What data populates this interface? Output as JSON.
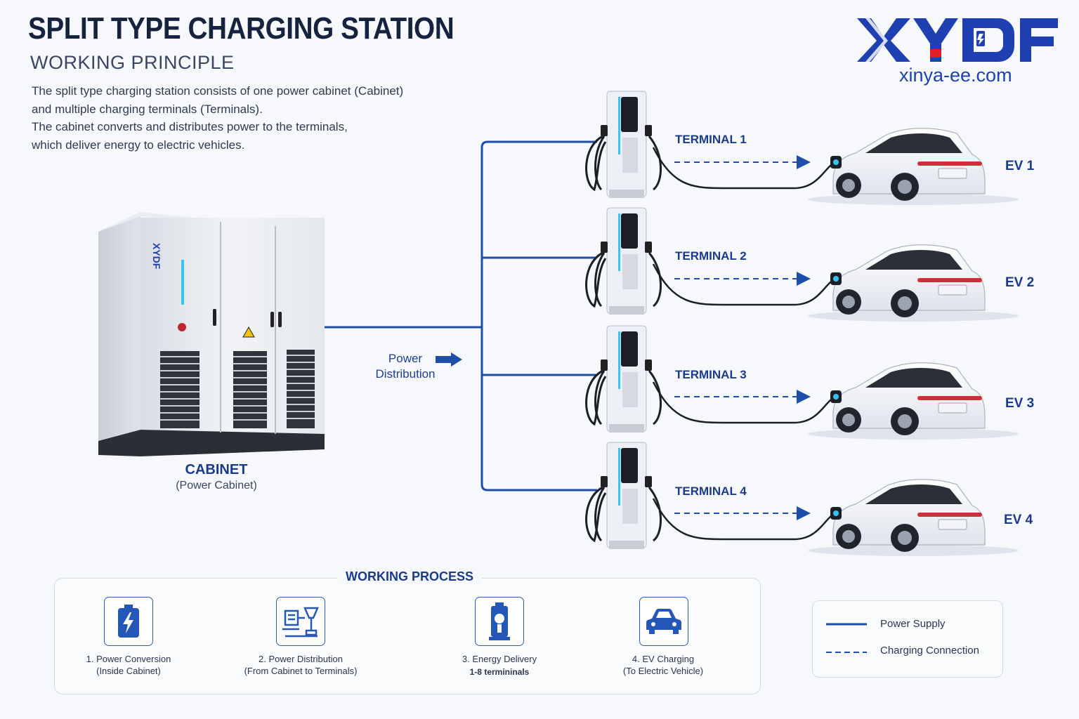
{
  "title": "SPLIT TYPE CHARGING STATION",
  "subtitle": "WORKING PRINCIPLE",
  "description": [
    "The split type charging station consists of one power cabinet (Cabinet)",
    "and multiple charging terminals (Terminals).",
    "The cabinet converts and distributes power to the terminals,",
    "which deliver energy to electric vehicles."
  ],
  "brand": {
    "logo_text": "XYDF",
    "url": "xinya-ee.com"
  },
  "cabinet": {
    "name": "CABINET",
    "subtitle": "(Power Cabinet)",
    "panel_logo": "XYDF"
  },
  "power_distribution_label": "Power Distribution",
  "terminals": [
    {
      "label": "TERMINAL 1",
      "ev": "EV 1"
    },
    {
      "label": "TERMINAL 2",
      "ev": "EV 2"
    },
    {
      "label": "TERMINAL 3",
      "ev": "EV 3"
    },
    {
      "label": "TERMINAL 4",
      "ev": "EV 4"
    }
  ],
  "process": {
    "title": "WORKING PROCESS",
    "steps": [
      {
        "icon": "battery-bolt-icon",
        "line1": "1. Power Conversion",
        "line2": "(Inside Cabinet)"
      },
      {
        "icon": "distribution-icon",
        "line1": "2. Power Distribution",
        "line2": "(From Cabinet to Terminals)"
      },
      {
        "icon": "charging-terminal-icon",
        "line1": "3. Energy Delivery",
        "line2": "1-8 termininals"
      },
      {
        "icon": "car-icon",
        "line1": "4. EV Charging",
        "line2": "(To Electric Vehicle)"
      }
    ]
  },
  "legend": {
    "items": [
      {
        "style": "solid",
        "label": "Power Supply"
      },
      {
        "style": "dashed",
        "label": "Charging Connection"
      }
    ]
  },
  "colors": {
    "accent": "#1b3a8a",
    "line": "#1d4fa8",
    "logo_blue": "#1e40b0",
    "logo_red": "#e11d2a"
  }
}
